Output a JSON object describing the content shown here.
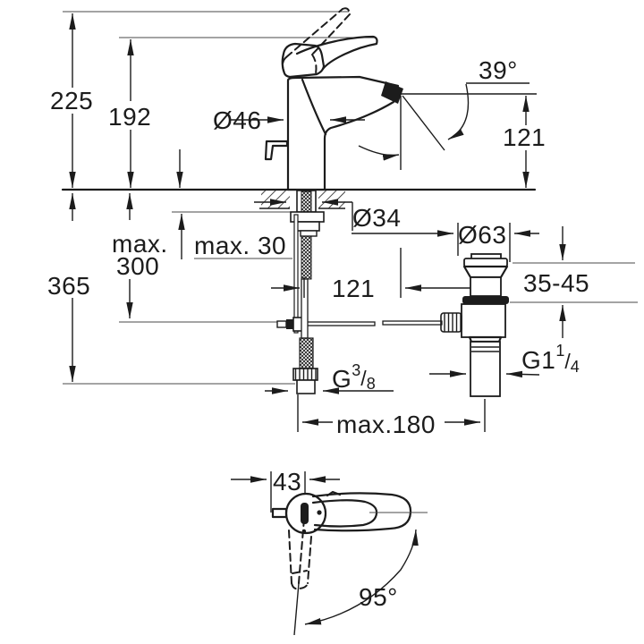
{
  "drawing": {
    "subject": "basin-mixer-faucet-dimension-drawing",
    "units": "mm",
    "dimensions": {
      "overall_height": "225",
      "height_to_spout": "192",
      "body_diameter": "Ø46",
      "stream_angle": "39°",
      "spout_height": "121",
      "spout_reach": "121",
      "hole_diameter": "Ø34",
      "max_under_counter": {
        "line1": "max.",
        "line2": "300"
      },
      "max_counter_thickness": "max. 30",
      "total_below_height": "365",
      "waste_flange_diameter": "Ø63",
      "basin_thickness_range": "35-45",
      "hose_thread": {
        "base": "G",
        "numerator": "3",
        "slash": "/",
        "denominator": "8"
      },
      "waste_thread": {
        "base": "G1",
        "numerator": "1",
        "slash": "/",
        "denominator": "4"
      },
      "max_hose_distance": "max.180",
      "base_width": "43",
      "handle_swing_angle": "95°"
    }
  }
}
